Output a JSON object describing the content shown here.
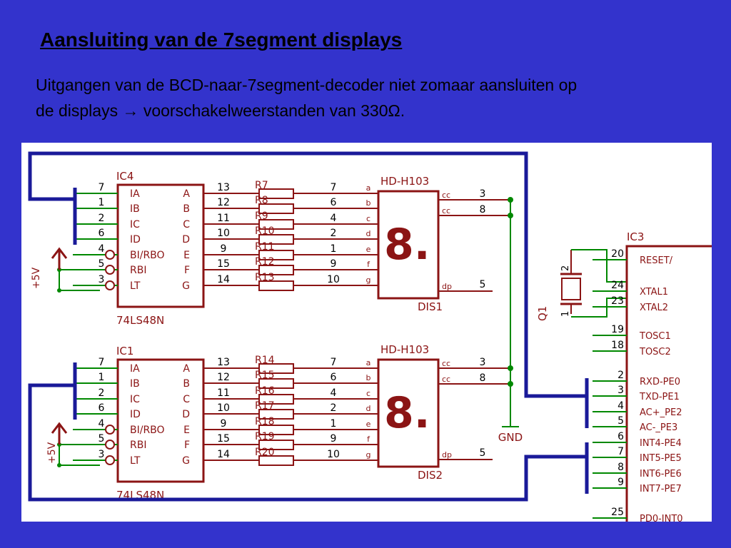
{
  "title": "Aansluiting van de 7segment displays",
  "body_line1": "Uitgangen van de BCD-naar-7segment-decoder niet zomaar aansluiten op",
  "body_line2": "de displays → voorschakelweerstanden van 330Ω.",
  "colors": {
    "background": "#3333cc",
    "component": "#8b1414",
    "wire": "#008800",
    "bus": "#1a1a99",
    "text": "#000000"
  },
  "schematic": {
    "decoders": [
      {
        "ref": "IC4",
        "part": "74LS48N",
        "in_pins": [
          "7",
          "1",
          "2",
          "6",
          "4",
          "5",
          "3"
        ],
        "in_labels": [
          "IA",
          "IB",
          "IC",
          "ID",
          "BI/RBO",
          "RBI",
          "LT"
        ],
        "out_labels": [
          "A",
          "B",
          "C",
          "D",
          "E",
          "F",
          "G"
        ],
        "out_pins": [
          "13",
          "12",
          "11",
          "10",
          "9",
          "15",
          "14"
        ],
        "supply": "+5V"
      },
      {
        "ref": "IC1",
        "part": "74LS48N",
        "in_pins": [
          "7",
          "1",
          "2",
          "6",
          "4",
          "5",
          "3"
        ],
        "in_labels": [
          "IA",
          "IB",
          "IC",
          "ID",
          "BI/RBO",
          "RBI",
          "LT"
        ],
        "out_labels": [
          "A",
          "B",
          "C",
          "D",
          "E",
          "F",
          "G"
        ],
        "out_pins": [
          "13",
          "12",
          "11",
          "10",
          "9",
          "15",
          "14"
        ],
        "supply": "+5V"
      }
    ],
    "resistors": [
      [
        "R7",
        "R8",
        "R9",
        "R10",
        "R11",
        "R12",
        "R13"
      ],
      [
        "R14",
        "R15",
        "R16",
        "R17",
        "R18",
        "R19",
        "R20"
      ]
    ],
    "displays": [
      {
        "ref": "DIS1",
        "part": "HD-H103",
        "in_pins": [
          "7",
          "6",
          "4",
          "2",
          "1",
          "9",
          "10"
        ],
        "seg_labels": [
          "a",
          "b",
          "c",
          "d",
          "e",
          "f",
          "g"
        ],
        "cc_label": "cc",
        "dp_label": "dp",
        "right_pins": [
          "3",
          "8",
          "5"
        ],
        "digit": "8."
      },
      {
        "ref": "DIS2",
        "part": "HD-H103",
        "in_pins": [
          "7",
          "6",
          "4",
          "2",
          "1",
          "9",
          "10"
        ],
        "seg_labels": [
          "a",
          "b",
          "c",
          "d",
          "e",
          "f",
          "g"
        ],
        "cc_label": "cc",
        "dp_label": "dp",
        "right_pins": [
          "3",
          "8",
          "5"
        ],
        "digit": "8."
      }
    ],
    "gnd": "GND",
    "crystal": {
      "ref": "Q1",
      "pins": [
        "2",
        "1"
      ]
    },
    "mcu": {
      "ref": "IC3",
      "pins": [
        {
          "num": "20",
          "name": "RESET/"
        },
        {
          "num": "24",
          "name": "XTAL1"
        },
        {
          "num": "23",
          "name": "XTAL2"
        },
        {
          "num": "19",
          "name": "TOSC1"
        },
        {
          "num": "18",
          "name": "TOSC2"
        },
        {
          "num": "2",
          "name": "RXD-PE0"
        },
        {
          "num": "3",
          "name": "TXD-PE1"
        },
        {
          "num": "4",
          "name": "AC+_PE2"
        },
        {
          "num": "5",
          "name": "AC-_PE3"
        },
        {
          "num": "6",
          "name": "INT4-PE4"
        },
        {
          "num": "7",
          "name": "INT5-PE5"
        },
        {
          "num": "8",
          "name": "INT6-PE6"
        },
        {
          "num": "9",
          "name": "INT7-PE7"
        },
        {
          "num": "25",
          "name": "PD0-INT0"
        }
      ]
    }
  }
}
